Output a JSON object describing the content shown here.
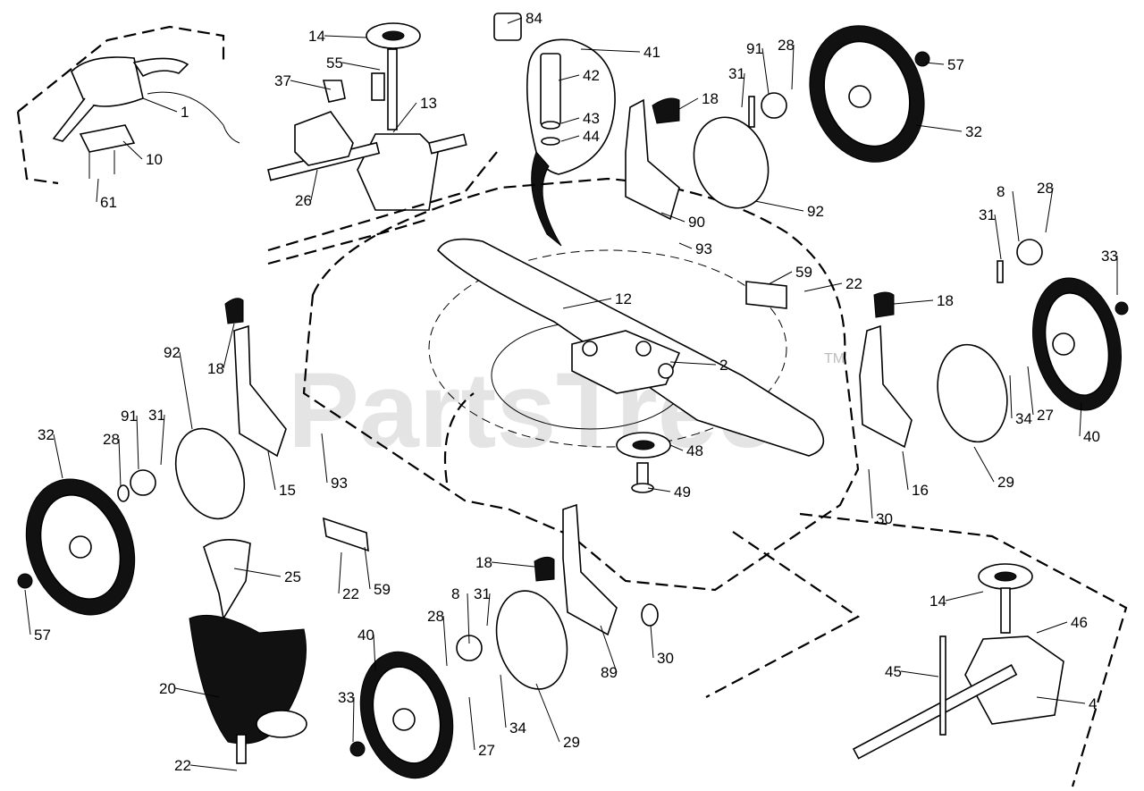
{
  "watermark": {
    "text": "PartsTree",
    "trademark": "TM"
  },
  "callouts": [
    {
      "id": "84",
      "label": "84"
    },
    {
      "id": "41",
      "label": "41"
    },
    {
      "id": "42",
      "label": "42"
    },
    {
      "id": "43",
      "label": "43"
    },
    {
      "id": "44",
      "label": "44"
    },
    {
      "id": "14a",
      "label": "14"
    },
    {
      "id": "55",
      "label": "55"
    },
    {
      "id": "37",
      "label": "37"
    },
    {
      "id": "13",
      "label": "13"
    },
    {
      "id": "26",
      "label": "26"
    },
    {
      "id": "1",
      "label": "1"
    },
    {
      "id": "10",
      "label": "10"
    },
    {
      "id": "61",
      "label": "61"
    },
    {
      "id": "91a",
      "label": "91"
    },
    {
      "id": "28a",
      "label": "28"
    },
    {
      "id": "57a",
      "label": "57"
    },
    {
      "id": "31a",
      "label": "31"
    },
    {
      "id": "18a",
      "label": "18"
    },
    {
      "id": "32a",
      "label": "32"
    },
    {
      "id": "90",
      "label": "90"
    },
    {
      "id": "92a",
      "label": "92"
    },
    {
      "id": "93a",
      "label": "93"
    },
    {
      "id": "8a",
      "label": "8"
    },
    {
      "id": "28b",
      "label": "28"
    },
    {
      "id": "31b",
      "label": "31"
    },
    {
      "id": "33a",
      "label": "33"
    },
    {
      "id": "59a",
      "label": "59"
    },
    {
      "id": "22a",
      "label": "22"
    },
    {
      "id": "12",
      "label": "12"
    },
    {
      "id": "18b",
      "label": "18"
    },
    {
      "id": "2",
      "label": "2"
    },
    {
      "id": "34a",
      "label": "34"
    },
    {
      "id": "27a",
      "label": "27"
    },
    {
      "id": "40a",
      "label": "40"
    },
    {
      "id": "29a",
      "label": "29"
    },
    {
      "id": "16",
      "label": "16"
    },
    {
      "id": "30a",
      "label": "30"
    },
    {
      "id": "48",
      "label": "48"
    },
    {
      "id": "49",
      "label": "49"
    },
    {
      "id": "18c",
      "label": "18"
    },
    {
      "id": "92b",
      "label": "92"
    },
    {
      "id": "91b",
      "label": "91"
    },
    {
      "id": "31c",
      "label": "31"
    },
    {
      "id": "32b",
      "label": "32"
    },
    {
      "id": "28c",
      "label": "28"
    },
    {
      "id": "15",
      "label": "15"
    },
    {
      "id": "93b",
      "label": "93"
    },
    {
      "id": "25",
      "label": "25"
    },
    {
      "id": "22b",
      "label": "22"
    },
    {
      "id": "59b",
      "label": "59"
    },
    {
      "id": "57b",
      "label": "57"
    },
    {
      "id": "18d",
      "label": "18"
    },
    {
      "id": "8b",
      "label": "8"
    },
    {
      "id": "31d",
      "label": "31"
    },
    {
      "id": "28d",
      "label": "28"
    },
    {
      "id": "40b",
      "label": "40"
    },
    {
      "id": "20",
      "label": "20"
    },
    {
      "id": "89",
      "label": "89"
    },
    {
      "id": "30b",
      "label": "30"
    },
    {
      "id": "29b",
      "label": "29"
    },
    {
      "id": "33b",
      "label": "33"
    },
    {
      "id": "34b",
      "label": "34"
    },
    {
      "id": "27b",
      "label": "27"
    },
    {
      "id": "22c",
      "label": "22"
    },
    {
      "id": "14b",
      "label": "14"
    },
    {
      "id": "46",
      "label": "46"
    },
    {
      "id": "45",
      "label": "45"
    },
    {
      "id": "4",
      "label": "4"
    }
  ]
}
